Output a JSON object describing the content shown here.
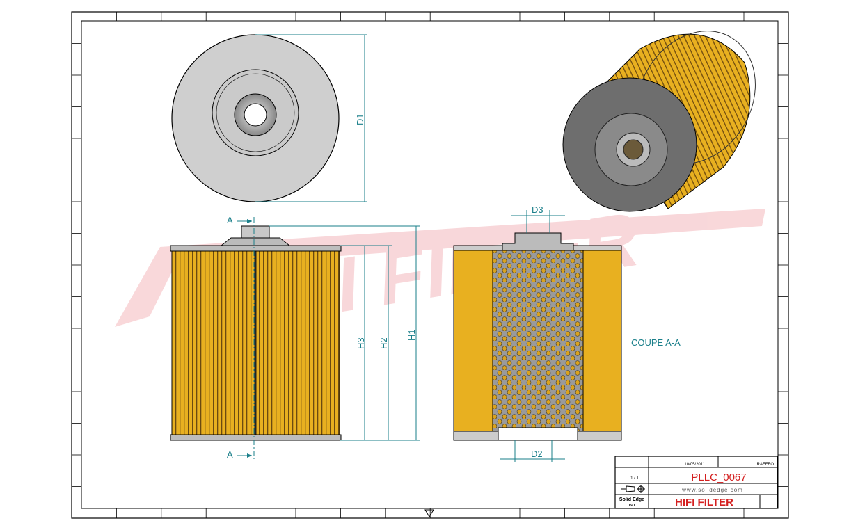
{
  "drawing": {
    "dimensions": {
      "d1": "D1",
      "d2": "D2",
      "d3": "D3",
      "h1": "H1",
      "h2": "H2",
      "h3": "H3"
    },
    "section_marker": "A",
    "section_label": "COUPE A-A",
    "watermark": "HIFI FILTER"
  },
  "title_block": {
    "date": "10/05/2011",
    "drawn_by": "RAFFEO",
    "scale": "1 / 1",
    "title": "PLLC_0067",
    "website": "www.solidedge.com",
    "software": "Solid Edge",
    "software_sub": "ISO",
    "company": "HIFI FILTER"
  },
  "colors": {
    "filter_yellow": "#e8b020",
    "dim": "#1a7f8a",
    "title_red": "#d42020",
    "watermark": "#f4b8bc"
  }
}
